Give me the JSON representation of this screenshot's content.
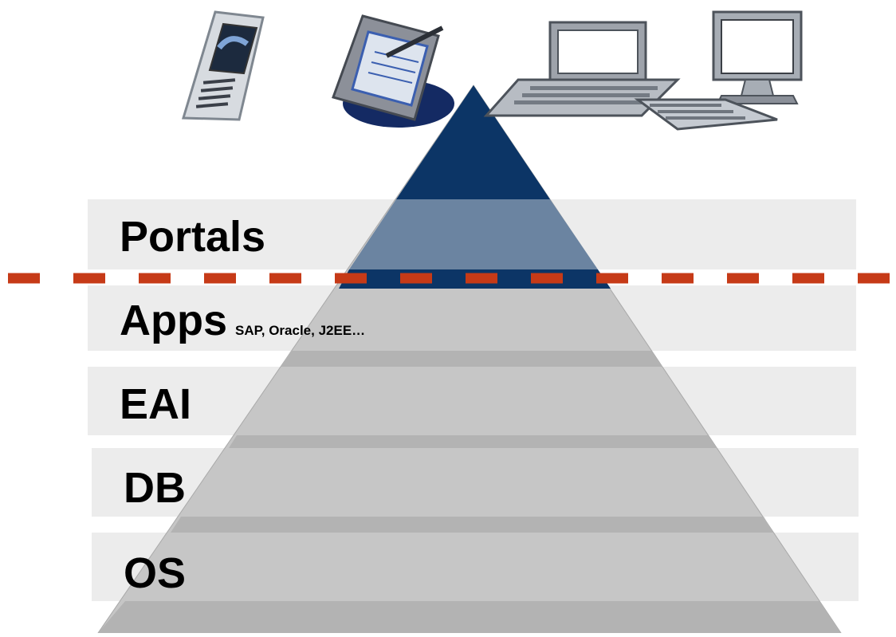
{
  "layers": {
    "portals": {
      "label": "Portals"
    },
    "apps": {
      "label": "Apps",
      "sublabel": "SAP, Oracle, J2EE…"
    },
    "eai": {
      "label": "EAI"
    },
    "db": {
      "label": "DB"
    },
    "os": {
      "label": "OS"
    }
  },
  "devices": [
    {
      "icon": "mobile-phone-icon"
    },
    {
      "icon": "pda-tablet-icon"
    },
    {
      "icon": "laptop-icon"
    },
    {
      "icon": "desktop-computer-icon"
    }
  ],
  "colors": {
    "band": "#ececec",
    "pyramid_gray": "#c4c4c4",
    "pyramid_top": "#0c3566",
    "pyramid_portal": "#6b84a1",
    "divider": "#c63a17"
  }
}
